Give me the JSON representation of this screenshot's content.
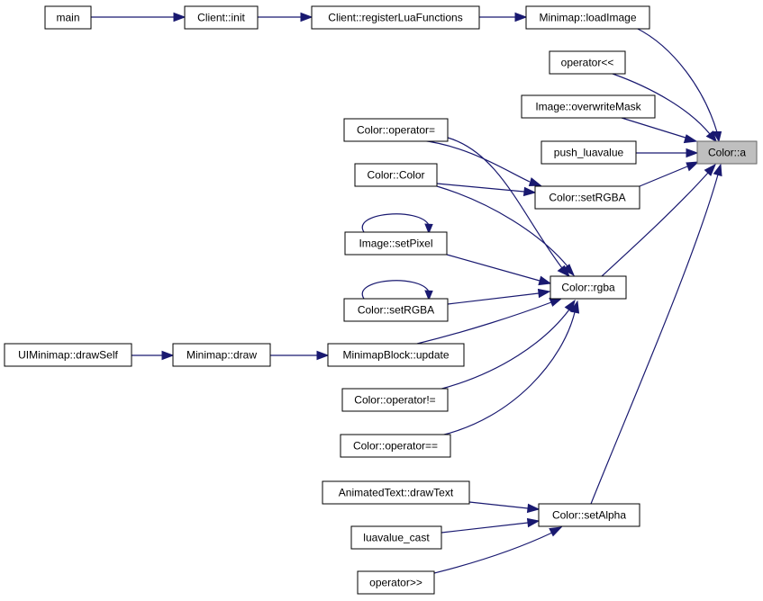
{
  "graph": {
    "title": "",
    "root": "color-a",
    "colors": {
      "edge": "#191970",
      "root_fill": "#bfbfbf",
      "node_fill": "#ffffff",
      "border": "#000000"
    },
    "nodes": [
      {
        "id": "main",
        "label": "main"
      },
      {
        "id": "client-init",
        "label": "Client::init"
      },
      {
        "id": "client-registerluafunctions",
        "label": "Client::registerLuaFunctions"
      },
      {
        "id": "minimap-loadimage",
        "label": "Minimap::loadImage"
      },
      {
        "id": "operator-lshift",
        "label": "operator<<"
      },
      {
        "id": "image-overwritemask",
        "label": "Image::overwriteMask"
      },
      {
        "id": "push-luavalue",
        "label": "push_luavalue"
      },
      {
        "id": "color-a",
        "label": "Color::a"
      },
      {
        "id": "color-operator-assign",
        "label": "Color::operator="
      },
      {
        "id": "color-color",
        "label": "Color::Color"
      },
      {
        "id": "color-setrgba-top",
        "label": "Color::setRGBA"
      },
      {
        "id": "image-setpixel",
        "label": "Image::setPixel"
      },
      {
        "id": "color-rgba",
        "label": "Color::rgba"
      },
      {
        "id": "color-setrgba",
        "label": "Color::setRGBA"
      },
      {
        "id": "uiminimap-drawself",
        "label": "UIMinimap::drawSelf"
      },
      {
        "id": "minimap-draw",
        "label": "Minimap::draw"
      },
      {
        "id": "minimapblock-update",
        "label": "MinimapBlock::update"
      },
      {
        "id": "color-operator-neq",
        "label": "Color::operator!="
      },
      {
        "id": "color-operator-eq",
        "label": "Color::operator=="
      },
      {
        "id": "animatedtext-drawtext",
        "label": "AnimatedText::drawText"
      },
      {
        "id": "color-setalpha",
        "label": "Color::setAlpha"
      },
      {
        "id": "luavalue-cast",
        "label": "luavalue_cast"
      },
      {
        "id": "operator-rshift",
        "label": "operator>>"
      }
    ],
    "edges": [
      {
        "from": "main",
        "to": "client-init"
      },
      {
        "from": "client-init",
        "to": "client-registerluafunctions"
      },
      {
        "from": "client-registerluafunctions",
        "to": "minimap-loadimage"
      },
      {
        "from": "minimap-loadimage",
        "to": "color-a"
      },
      {
        "from": "operator-lshift",
        "to": "color-a"
      },
      {
        "from": "image-overwritemask",
        "to": "color-a"
      },
      {
        "from": "push-luavalue",
        "to": "color-a"
      },
      {
        "from": "color-setrgba-top",
        "to": "color-a"
      },
      {
        "from": "color-rgba",
        "to": "color-a"
      },
      {
        "from": "color-setalpha",
        "to": "color-a"
      },
      {
        "from": "color-operator-assign",
        "to": "color-setrgba-top"
      },
      {
        "from": "color-color",
        "to": "color-setrgba-top"
      },
      {
        "from": "color-operator-assign",
        "to": "color-rgba"
      },
      {
        "from": "color-color",
        "to": "color-rgba"
      },
      {
        "from": "image-setpixel",
        "to": "color-rgba"
      },
      {
        "from": "color-setrgba",
        "to": "color-rgba"
      },
      {
        "from": "minimapblock-update",
        "to": "color-rgba"
      },
      {
        "from": "color-operator-neq",
        "to": "color-rgba"
      },
      {
        "from": "color-operator-eq",
        "to": "color-rgba"
      },
      {
        "from": "image-setpixel",
        "to": "image-setpixel"
      },
      {
        "from": "color-setrgba",
        "to": "color-setrgba"
      },
      {
        "from": "uiminimap-drawself",
        "to": "minimap-draw"
      },
      {
        "from": "minimap-draw",
        "to": "minimapblock-update"
      },
      {
        "from": "animatedtext-drawtext",
        "to": "color-setalpha"
      },
      {
        "from": "luavalue-cast",
        "to": "color-setalpha"
      },
      {
        "from": "operator-rshift",
        "to": "color-setalpha"
      }
    ]
  }
}
